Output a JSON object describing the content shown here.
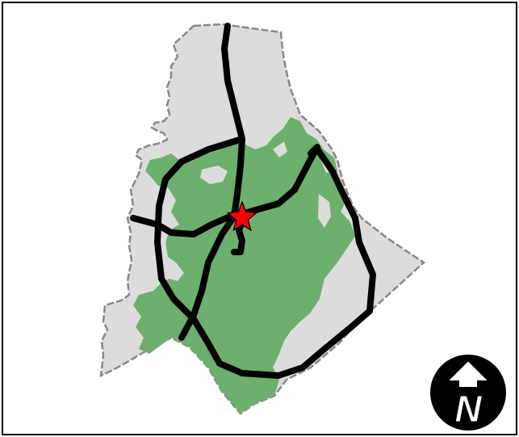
{
  "map": {
    "colors": {
      "county_fill": "#dcdcdc",
      "county_border": "#888888",
      "urban_area": "#6daf6d",
      "highways": "#000000",
      "city_center_star": "#ff0000",
      "frame": "#000000"
    },
    "layers": {
      "county_boundary": "county-boundary",
      "urban_area": "urban-area",
      "highways": [
        "outer-beltway",
        "inner-beltway",
        "north-south-highway",
        "east-west-highway",
        "northeast-southwest-highway"
      ],
      "city_center": "star-icon"
    },
    "north_arrow": {
      "letter": "N",
      "icon": "north-arrow-icon"
    }
  }
}
